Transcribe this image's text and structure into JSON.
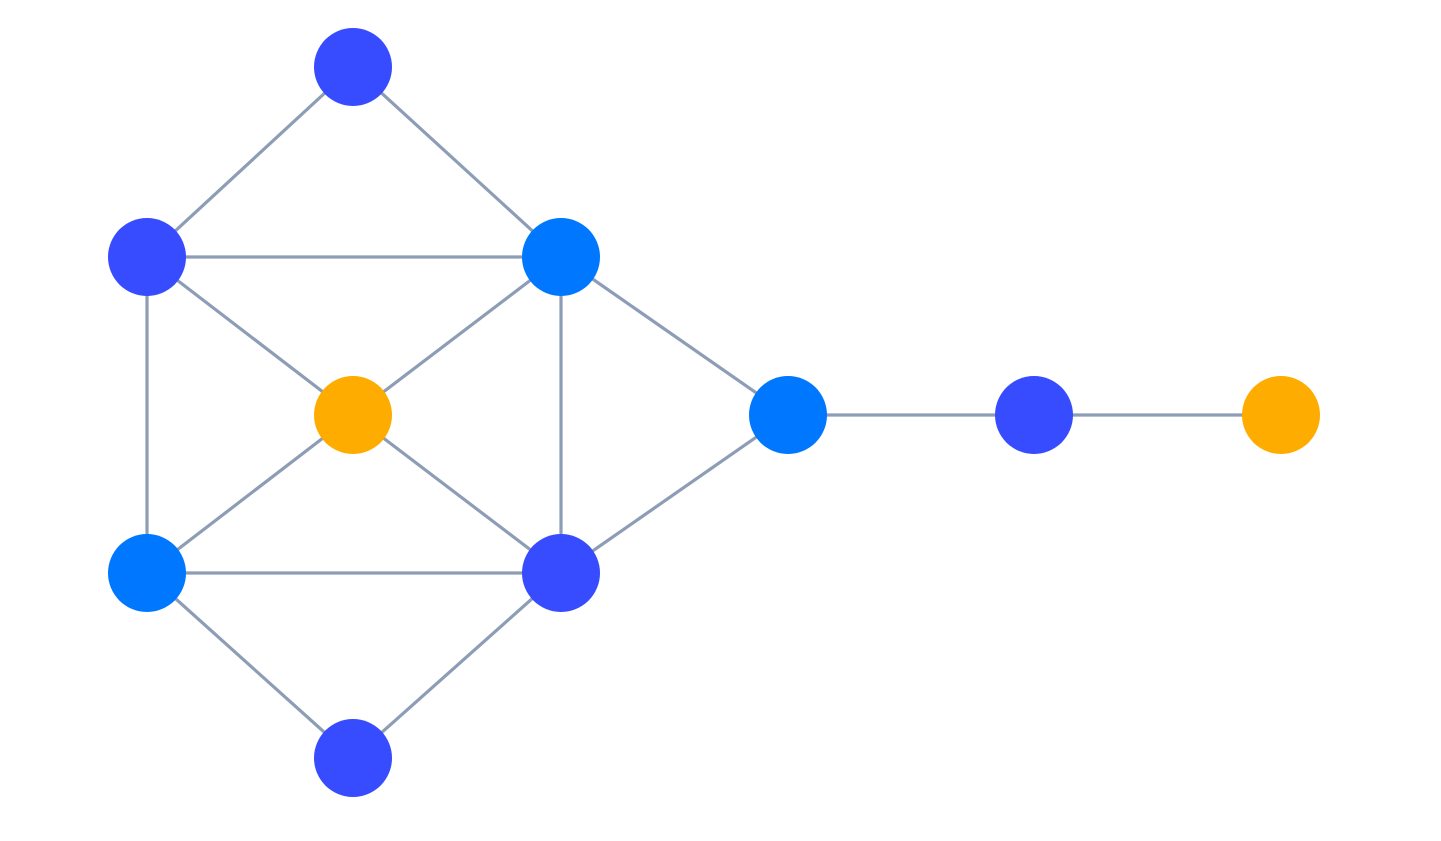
{
  "graph": {
    "colors": {
      "edge": "#8C9DB5",
      "royal_blue": "#374BFF",
      "azure": "#0077FF",
      "amber": "#FFAC00"
    },
    "nodes": [
      {
        "id": "top",
        "color": "royal_blue"
      },
      {
        "id": "upper-left",
        "color": "royal_blue"
      },
      {
        "id": "upper-right",
        "color": "azure"
      },
      {
        "id": "center",
        "color": "amber"
      },
      {
        "id": "lower-left",
        "color": "azure"
      },
      {
        "id": "lower-right",
        "color": "royal_blue"
      },
      {
        "id": "bottom",
        "color": "royal_blue"
      },
      {
        "id": "hub",
        "color": "azure"
      },
      {
        "id": "chain-middle",
        "color": "royal_blue"
      },
      {
        "id": "chain-end",
        "color": "amber"
      }
    ],
    "edges": [
      [
        "top",
        "upper-left"
      ],
      [
        "top",
        "upper-right"
      ],
      [
        "upper-left",
        "upper-right"
      ],
      [
        "upper-left",
        "center"
      ],
      [
        "upper-left",
        "lower-left"
      ],
      [
        "upper-right",
        "center"
      ],
      [
        "upper-right",
        "lower-right"
      ],
      [
        "upper-right",
        "hub"
      ],
      [
        "center",
        "lower-left"
      ],
      [
        "center",
        "lower-right"
      ],
      [
        "lower-left",
        "lower-right"
      ],
      [
        "lower-left",
        "bottom"
      ],
      [
        "lower-right",
        "bottom"
      ],
      [
        "lower-right",
        "hub"
      ],
      [
        "hub",
        "chain-middle"
      ],
      [
        "chain-middle",
        "chain-end"
      ]
    ]
  }
}
